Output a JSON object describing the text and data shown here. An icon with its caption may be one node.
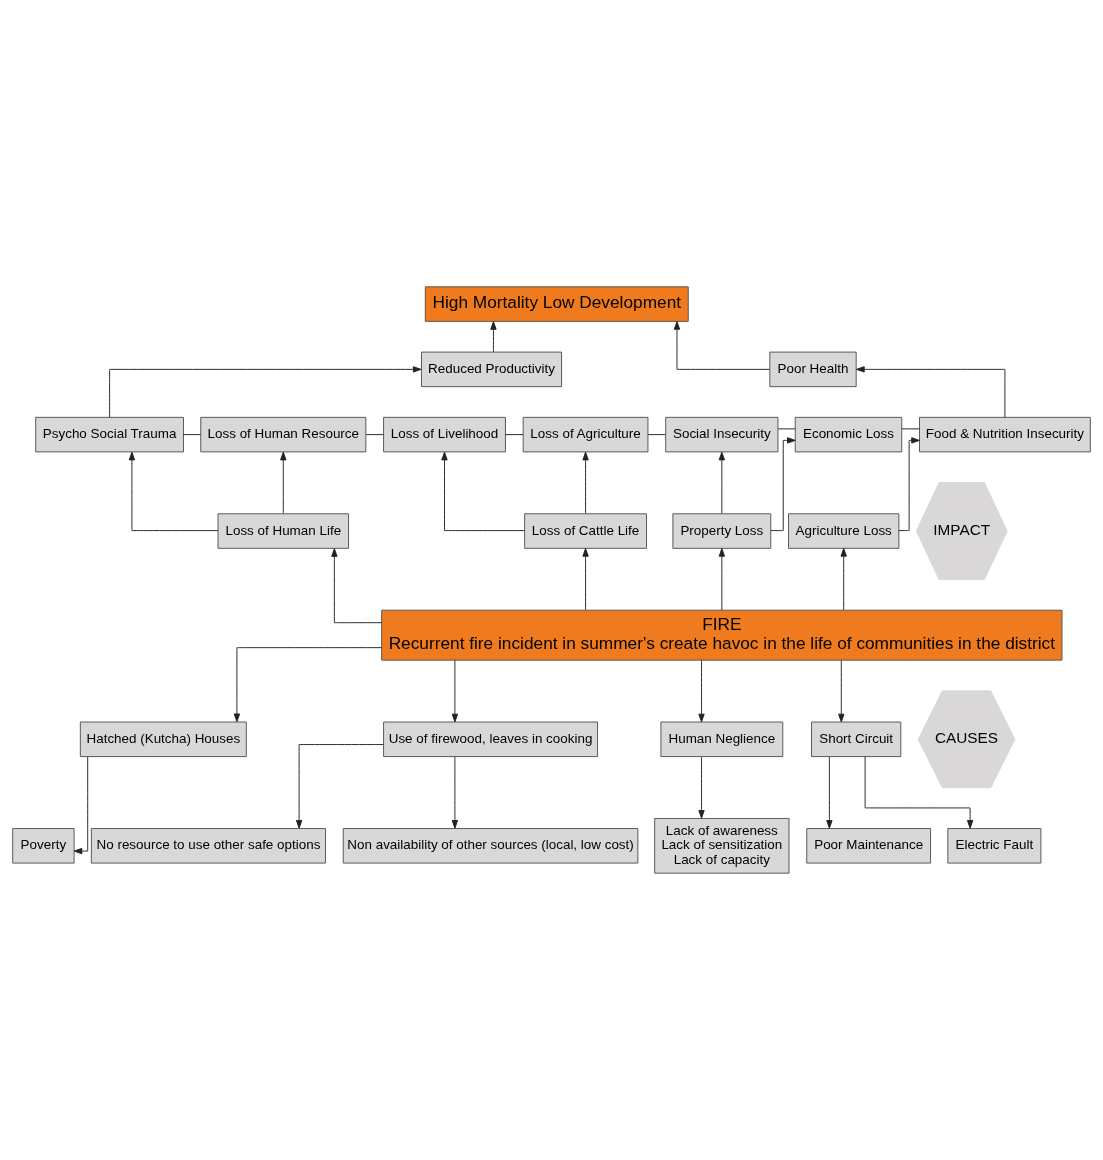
{
  "diagram": {
    "nodes": [
      {
        "text": [
          "High Mortality Low Development"
        ]
      },
      {
        "text": [
          "Reduced Productivity"
        ]
      },
      {
        "text": [
          "Poor Health"
        ]
      },
      {
        "text": [
          "Psycho Social Trauma"
        ]
      },
      {
        "text": [
          "Loss of Human Resource"
        ]
      },
      {
        "text": [
          "Loss of Livelihood"
        ]
      },
      {
        "text": [
          "Loss of Agriculture"
        ]
      },
      {
        "text": [
          "Social Insecurity"
        ]
      },
      {
        "text": [
          "Economic Loss"
        ]
      },
      {
        "text": [
          "Food & Nutrition Insecurity"
        ]
      },
      {
        "text": [
          "Loss of Human Life"
        ]
      },
      {
        "text": [
          "Loss of Cattle Life"
        ]
      },
      {
        "text": [
          "Property Loss"
        ]
      },
      {
        "text": [
          "Agriculture Loss"
        ]
      },
      {
        "text": [
          "FIRE",
          "Recurrent fire incident in summer's create havoc in the life of communities in the district"
        ]
      },
      {
        "text": [
          "Hatched (Kutcha) Houses"
        ]
      },
      {
        "text": [
          "Use of firewood, leaves in cooking"
        ]
      },
      {
        "text": [
          "Human Neglience"
        ]
      },
      {
        "text": [
          "Short Circuit"
        ]
      },
      {
        "text": [
          "Poverty"
        ]
      },
      {
        "text": [
          "No resource to use other safe options"
        ]
      },
      {
        "text": [
          "Non availability of other sources (local, low cost)"
        ]
      },
      {
        "text": [
          "Lack of awareness",
          "Lack of sensitization",
          "Lack of capacity"
        ]
      },
      {
        "text": [
          "Poor Maintenance"
        ]
      },
      {
        "text": [
          "Electric Fault"
        ]
      },
      {
        "text": [
          "IMPACT"
        ]
      },
      {
        "text": [
          "CAUSES"
        ]
      }
    ],
    "edges": [
      {
        "from": 1,
        "to": 0,
        "arrow": "to"
      },
      {
        "from": 2,
        "to": 0,
        "arrow": "to"
      },
      {
        "from": 3,
        "to": 1,
        "arrow": "to"
      },
      {
        "from": 9,
        "to": 2,
        "arrow": "to"
      },
      {
        "from": 3,
        "to": 4,
        "arrow": "none"
      },
      {
        "from": 4,
        "to": 5,
        "arrow": "none"
      },
      {
        "from": 5,
        "to": 6,
        "arrow": "none"
      },
      {
        "from": 6,
        "to": 7,
        "arrow": "none"
      },
      {
        "from": 7,
        "to": 8,
        "arrow": "none"
      },
      {
        "from": 8,
        "to": 9,
        "arrow": "none"
      },
      {
        "from": 10,
        "to": 3,
        "arrow": "to"
      },
      {
        "from": 10,
        "to": 4,
        "arrow": "to"
      },
      {
        "from": 11,
        "to": 5,
        "arrow": "to"
      },
      {
        "from": 11,
        "to": 6,
        "arrow": "to"
      },
      {
        "from": 12,
        "to": 7,
        "arrow": "to"
      },
      {
        "from": 12,
        "to": 8,
        "arrow": "to"
      },
      {
        "from": 13,
        "to": 9,
        "arrow": "to"
      },
      {
        "from": 14,
        "to": 10,
        "arrow": "to"
      },
      {
        "from": 14,
        "to": 11,
        "arrow": "to"
      },
      {
        "from": 14,
        "to": 12,
        "arrow": "to"
      },
      {
        "from": 14,
        "to": 13,
        "arrow": "to"
      },
      {
        "from": 14,
        "to": 15,
        "arrow": "to"
      },
      {
        "from": 14,
        "to": 16,
        "arrow": "to"
      },
      {
        "from": 14,
        "to": 17,
        "arrow": "to"
      },
      {
        "from": 14,
        "to": 18,
        "arrow": "to"
      },
      {
        "from": 15,
        "to": 19,
        "arrow": "to"
      },
      {
        "from": 16,
        "to": 20,
        "arrow": "to"
      },
      {
        "from": 16,
        "to": 21,
        "arrow": "to"
      },
      {
        "from": 17,
        "to": 22,
        "arrow": "to"
      },
      {
        "from": 18,
        "to": 23,
        "arrow": "to"
      },
      {
        "from": 18,
        "to": 24,
        "arrow": "to"
      }
    ]
  }
}
